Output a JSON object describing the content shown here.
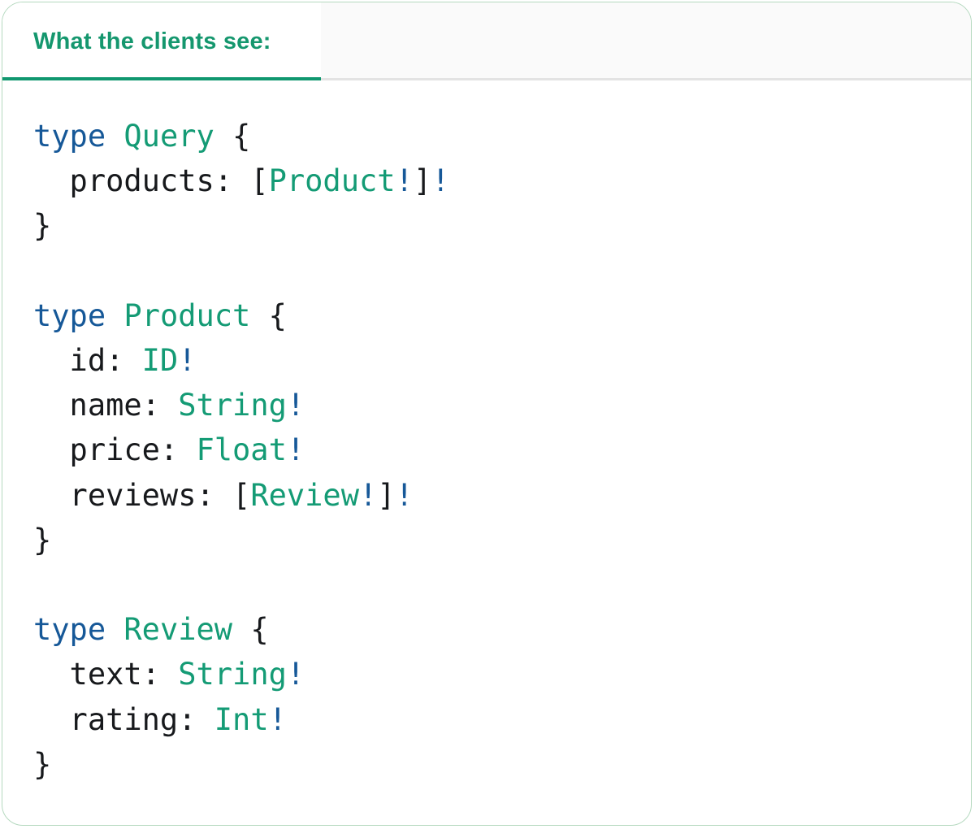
{
  "tab": {
    "label": "What the clients see:"
  },
  "colors": {
    "accent_teal": "#10976F",
    "tab_text": "#15976E",
    "underline_inactive": "#E3E3E3",
    "card_border": "#B5D9BF",
    "header_bg": "#FAFAFA",
    "code_keyword": "#165898",
    "code_type": "#149B75",
    "code_plain": "#17191C"
  },
  "code": {
    "language": "graphql",
    "lines": [
      [
        {
          "t": "type",
          "c": "kw"
        },
        {
          "t": " ",
          "c": "plain"
        },
        {
          "t": "Query",
          "c": "tn"
        },
        {
          "t": " {",
          "c": "plain"
        }
      ],
      [
        {
          "t": "  products: [",
          "c": "plain"
        },
        {
          "t": "Product",
          "c": "tn"
        },
        {
          "t": "!",
          "c": "kw"
        },
        {
          "t": "]",
          "c": "plain"
        },
        {
          "t": "!",
          "c": "kw"
        }
      ],
      [
        {
          "t": "}",
          "c": "plain"
        }
      ],
      [],
      [
        {
          "t": "type",
          "c": "kw"
        },
        {
          "t": " ",
          "c": "plain"
        },
        {
          "t": "Product",
          "c": "tn"
        },
        {
          "t": " {",
          "c": "plain"
        }
      ],
      [
        {
          "t": "  id: ",
          "c": "plain"
        },
        {
          "t": "ID",
          "c": "tn"
        },
        {
          "t": "!",
          "c": "kw"
        }
      ],
      [
        {
          "t": "  name: ",
          "c": "plain"
        },
        {
          "t": "String",
          "c": "tn"
        },
        {
          "t": "!",
          "c": "kw"
        }
      ],
      [
        {
          "t": "  price: ",
          "c": "plain"
        },
        {
          "t": "Float",
          "c": "tn"
        },
        {
          "t": "!",
          "c": "kw"
        }
      ],
      [
        {
          "t": "  reviews: [",
          "c": "plain"
        },
        {
          "t": "Review",
          "c": "tn"
        },
        {
          "t": "!",
          "c": "kw"
        },
        {
          "t": "]",
          "c": "plain"
        },
        {
          "t": "!",
          "c": "kw"
        }
      ],
      [
        {
          "t": "}",
          "c": "plain"
        }
      ],
      [],
      [
        {
          "t": "type",
          "c": "kw"
        },
        {
          "t": " ",
          "c": "plain"
        },
        {
          "t": "Review",
          "c": "tn"
        },
        {
          "t": " {",
          "c": "plain"
        }
      ],
      [
        {
          "t": "  text: ",
          "c": "plain"
        },
        {
          "t": "String",
          "c": "tn"
        },
        {
          "t": "!",
          "c": "kw"
        }
      ],
      [
        {
          "t": "  rating: ",
          "c": "plain"
        },
        {
          "t": "Int",
          "c": "tn"
        },
        {
          "t": "!",
          "c": "kw"
        }
      ],
      [
        {
          "t": "}",
          "c": "plain"
        }
      ]
    ]
  }
}
